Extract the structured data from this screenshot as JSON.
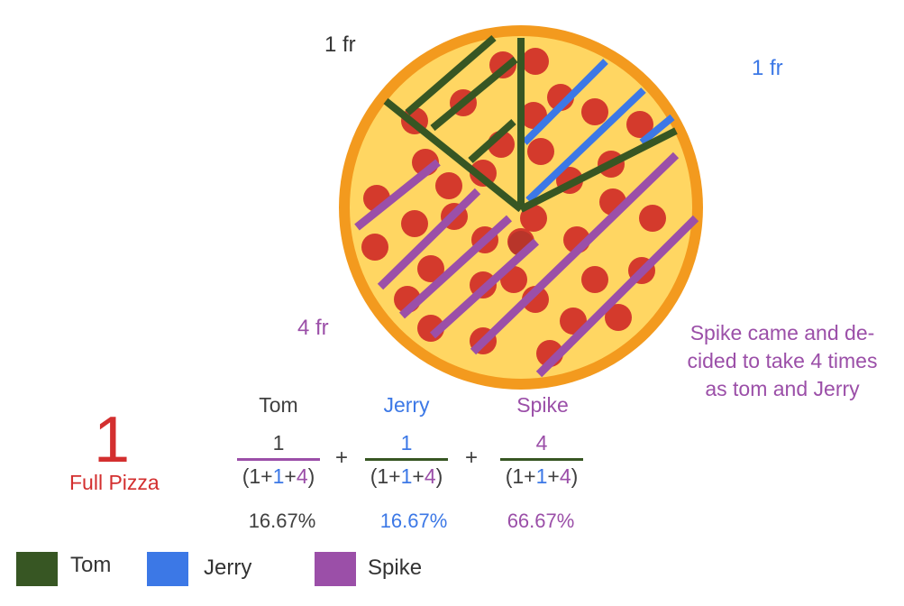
{
  "colors": {
    "tom": "#375623",
    "jerry": "#3c78e6",
    "spike": "#9b4fa8",
    "full": "#d32f2f",
    "crust": "#f39a1e",
    "cheese": "#ffd662",
    "pepperoni": "#d43a2c",
    "text": "#404040"
  },
  "labels": {
    "tom_fr": "1 fr",
    "jerry_fr": "1 fr",
    "spike_fr": "4 fr"
  },
  "note": "Spike came and de-cided to take 4 times as tom and Jerry",
  "full": {
    "number": "1",
    "label": "Full Pizza"
  },
  "shares": [
    {
      "name": "Tom",
      "numerator": "1",
      "percent": "16.67%"
    },
    {
      "name": "Jerry",
      "numerator": "1",
      "percent": "16.67%"
    },
    {
      "name": "Spike",
      "numerator": "4",
      "percent": "66.67%"
    }
  ],
  "denominator": {
    "open": "(1+",
    "tom": "1",
    "plus1": "+",
    "jerry": "1",
    "plus2": "+",
    "spike": "4",
    "close": ")"
  },
  "operator": "+",
  "legend": [
    {
      "label": "Tom",
      "icon": "dark-green-square",
      "color": "#375623"
    },
    {
      "label": "Jerry",
      "icon": "blue-square",
      "color": "#3c78e6"
    },
    {
      "label": "Spike",
      "icon": "purple-square",
      "color": "#9b4fa8"
    }
  ],
  "pizza_icon": "pepperoni-pizza"
}
